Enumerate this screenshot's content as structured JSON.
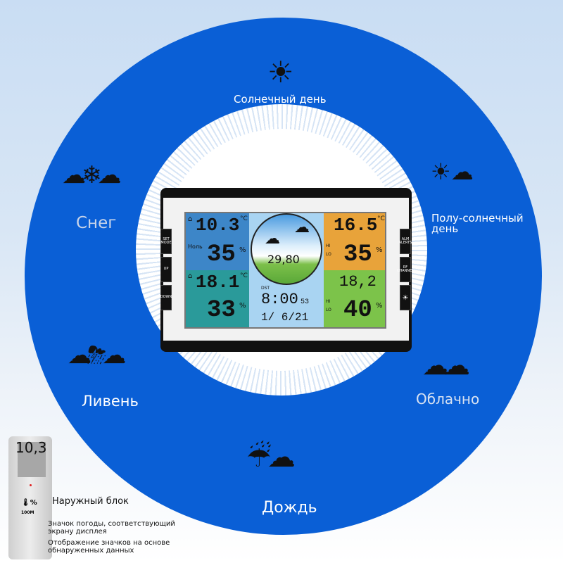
{
  "labels": {
    "sunny": "Солнечный день",
    "snow": "Снег",
    "partly": "Полу-солнечный день",
    "shower": "Ливень",
    "cloudy": "Облачно",
    "rain": "Дождь"
  },
  "display": {
    "buttons": [
      "SET MODE",
      "UP",
      "DOWN",
      "ALM ALERTS",
      "RF CHANNEL",
      "☀"
    ],
    "indoor": {
      "temp": "10.3",
      "unit": "°C",
      "label": "Ноль",
      "humidity": "35",
      "pct": "%"
    },
    "ch1": {
      "temp": "18.1",
      "unit": "°C",
      "humidity": "33",
      "pct": "%"
    },
    "ch2": {
      "temp": "16.5",
      "unit": "°C",
      "humidity": "35",
      "pct": "%",
      "hi": "HI",
      "lo": "LO"
    },
    "ch3": {
      "temp": "18,2",
      "humidity": "40",
      "pct": "%",
      "hi": "HI",
      "lo": "LO"
    },
    "pressure": "29,80",
    "time": "8:00",
    "seconds": "53",
    "date": "1/ 6/21",
    "dst": "DST"
  },
  "outdoor": {
    "value": "10,3",
    "badge": "100M",
    "pct": "%",
    "title": "Наружный блок",
    "note1": "Значок погоды, соответствующий экрану дисплея",
    "note2": "Отображение значков на основе обнаруженных данных"
  },
  "colors": {
    "ring": "#0a5fd6",
    "blue": "#3d86c8",
    "teal": "#2a9a9a",
    "orange": "#e8a33a",
    "green": "#7cc34a"
  }
}
